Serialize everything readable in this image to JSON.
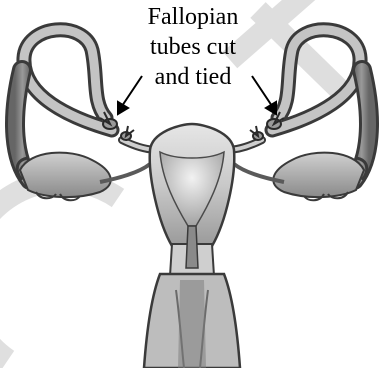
{
  "annotation": {
    "lines": [
      "Fallopian",
      "tubes cut",
      "and tied"
    ]
  },
  "colors": {
    "outline": "#3a3a3a",
    "tube_dark": "#5a5a5a",
    "tube_light": "#bdbdbd",
    "uterus_light": "#d9d9d9",
    "uterus_dark": "#7d7d7d",
    "watermark": "#d8d8d8"
  }
}
